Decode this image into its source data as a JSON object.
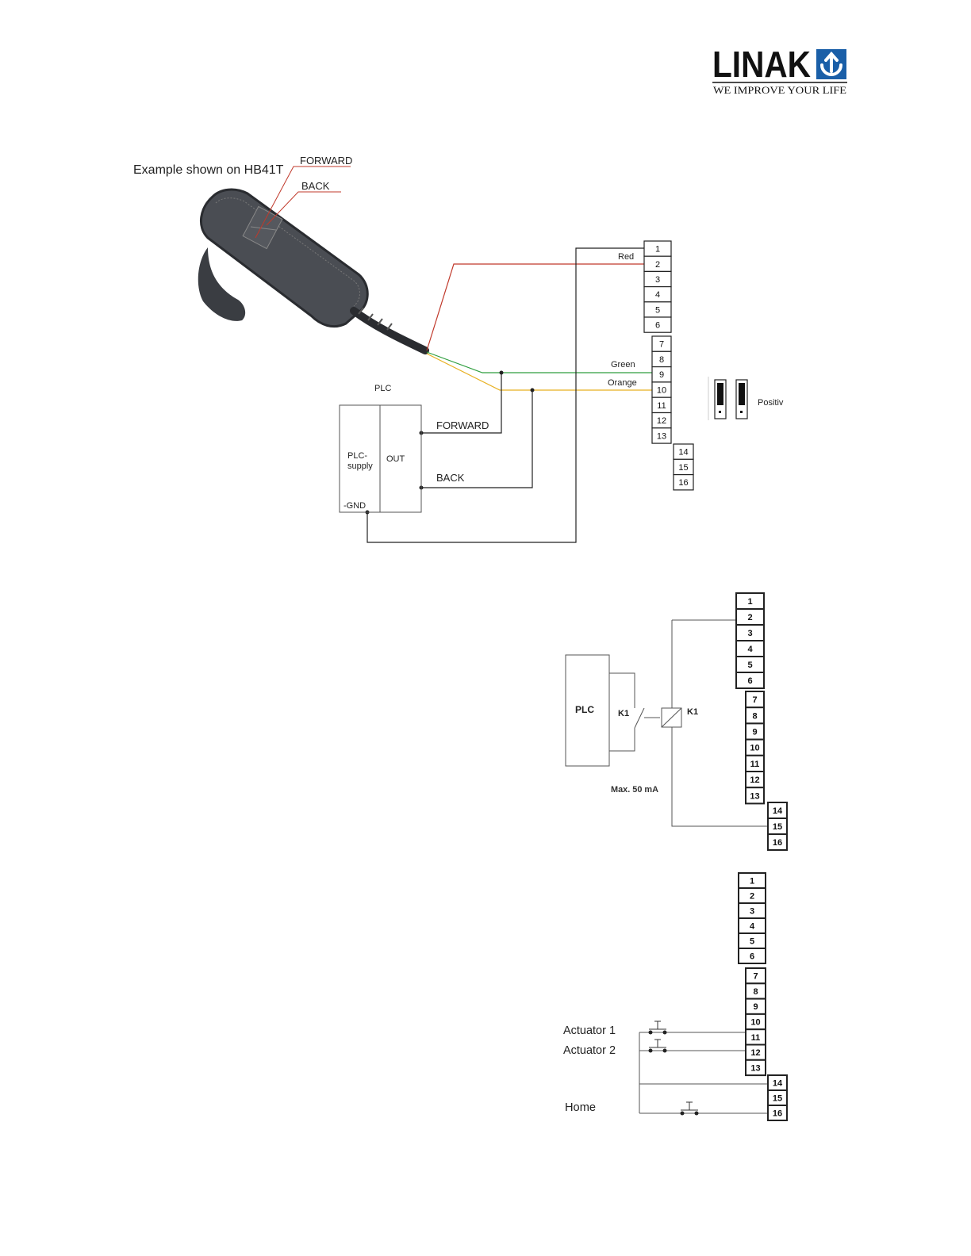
{
  "brand": {
    "logo_text": "LINAK",
    "tagline": "WE IMPROVE YOUR LIFE",
    "accent": "#1a5fa8"
  },
  "fig1": {
    "caption": "Example shown on HB41T",
    "btn_forward": "FORWARD",
    "btn_back": "BACK",
    "plc_label": "PLC",
    "supply_label_1": "PLC-",
    "supply_label_2": "supply",
    "out_label": "OUT",
    "gnd_label": "-GND",
    "forward_label": "FORWARD",
    "back_label": "BACK",
    "wire_red": "Red",
    "wire_green": "Green",
    "wire_orange": "Orange",
    "switch_label": "Positiv",
    "terminals": [
      "1",
      "2",
      "3",
      "4",
      "5",
      "6",
      "7",
      "8",
      "9",
      "10",
      "11",
      "12",
      "13",
      "14",
      "15",
      "16"
    ]
  },
  "fig2": {
    "plc_label": "PLC",
    "contact_label": "K1",
    "coil_label": "K1",
    "current_note": "Max. 50 mA",
    "terminals": [
      "1",
      "2",
      "3",
      "4",
      "5",
      "6",
      "7",
      "8",
      "9",
      "10",
      "11",
      "12",
      "13",
      "14",
      "15",
      "16"
    ]
  },
  "fig3": {
    "actuator1": "Actuator 1",
    "actuator2": "Actuator 2",
    "home": "Home",
    "terminals": [
      "1",
      "2",
      "3",
      "4",
      "5",
      "6",
      "7",
      "8",
      "9",
      "10",
      "11",
      "12",
      "13",
      "14",
      "15",
      "16"
    ]
  },
  "colors": {
    "red": "#c0392b",
    "green": "#2e9e3e",
    "orange": "#e8b020",
    "line": "#333333"
  }
}
